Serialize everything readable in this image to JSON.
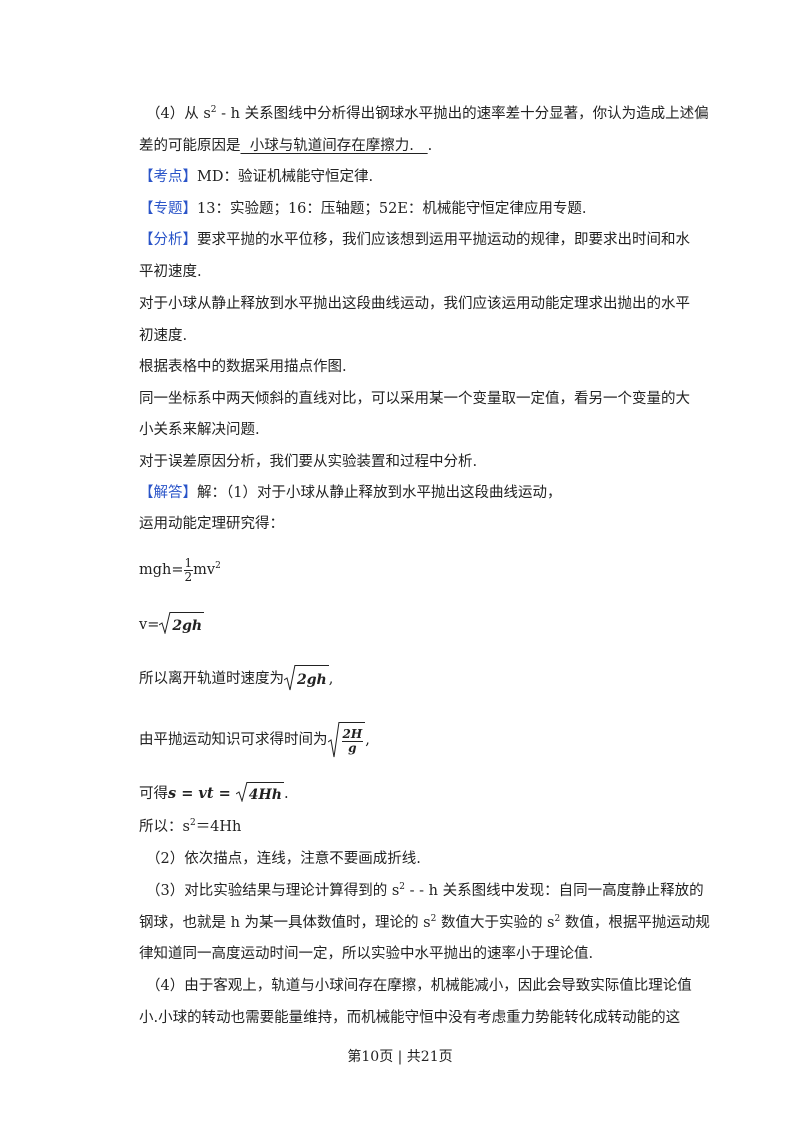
{
  "q4": {
    "line1_a": "（4）从 s",
    "exp2": "2",
    "line1_b": " - h 关系图线中分析得出钢球水平抛出的速率差十分显著，你认为造成上述偏",
    "line2_pre": "差的可能原因是",
    "answer": "  小球与轨道间存在摩擦力.   ",
    "line2_post": "."
  },
  "kaodian": {
    "tag": "【考点】",
    "text": "MD：验证机械能守恒定律."
  },
  "zhuanti": {
    "tag": "【专题】",
    "text": "13：实验题；16：压轴题；52E：机械能守恒定律应用专题."
  },
  "fenxi": {
    "tag": "【分析】",
    "l1": "要求平抛的水平位移，我们应该想到运用平抛运动的规律，即要求出时间和水",
    "l2": "平初速度.",
    "l3": "对于小球从静止释放到水平抛出这段曲线运动，我们应该运用动能定理求出抛出的水平",
    "l4": "初速度.",
    "l5": "根据表格中的数据采用描点作图.",
    "l6": "同一坐标系中两天倾斜的直线对比，可以采用某一个变量取一定值，看另一个变量的大",
    "l7": "小关系来解决问题.",
    "l8": "对于误差原因分析，我们要从实验装置和过程中分析."
  },
  "jieda": {
    "tag": "【解答】",
    "l1": "解：（1）对于小球从静止释放到水平抛出这段曲线运动，",
    "l2": "运用动能定理研究得："
  },
  "eq1": {
    "lhs": "mgh=",
    "num": "1",
    "den": "2",
    "rhs": "mv",
    "exp": "2"
  },
  "eq2": {
    "lhs": "v=",
    "rad": "2gh"
  },
  "eq3": {
    "pre": "所以离开轨道时速度为",
    "rad": "2gh",
    "post": ","
  },
  "eq4": {
    "pre": "由平抛运动知识可求得时间为",
    "num": "2H",
    "den": "g",
    "post": ","
  },
  "eq5": {
    "pre": "可得",
    "expr": "s = vt = ",
    "rad": "4Hh",
    "post": "."
  },
  "eq6": {
    "pre": "所以：s",
    "exp": "2",
    "post": "＝4Hh"
  },
  "sol2": "（2）依次描点，连线，注意不要画成折线.",
  "sol3": {
    "a": "（3）对比实验结果与理论计算得到的 s",
    "exp": "2",
    "b": " - - h 关系图线中发现：自同一高度静止释放的",
    "c": "钢球，也就是 h 为某一具体数值时，理论的 s",
    "d": " 数值大于实验的 s",
    "e": " 数值，根据平抛运动规",
    "f": "律知道同一高度运动时间一定，所以实验中水平抛出的速率小于理论值."
  },
  "sol4": {
    "l1": "（4）由于客观上，轨道与小球间存在摩擦，机械能减小，因此会导致实际值比理论值",
    "l2": "小.小球的转动也需要能量维持，而机械能守恒中没有考虑重力势能转化成转动能的这"
  },
  "footer": "第10页 | 共21页"
}
